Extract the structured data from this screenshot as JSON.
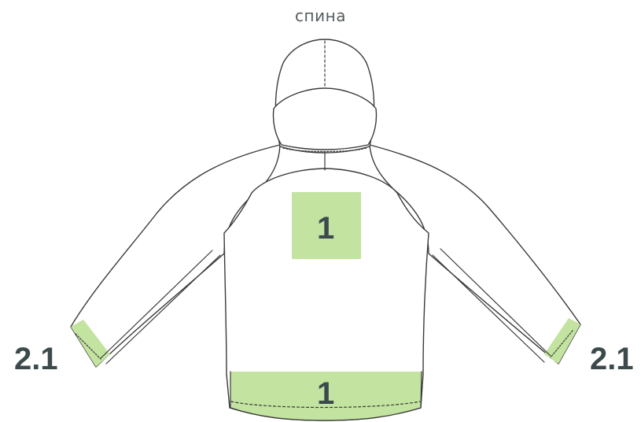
{
  "view": {
    "title": "спина"
  },
  "colors": {
    "zone_fill": "#c3e3a0",
    "outline": "#3a3a3a",
    "label": "#3d4a4d",
    "title": "#555b5e"
  },
  "zones": {
    "back_center": "1",
    "hem": "1",
    "cuff_left": "2.1",
    "cuff_right": "2.1"
  }
}
